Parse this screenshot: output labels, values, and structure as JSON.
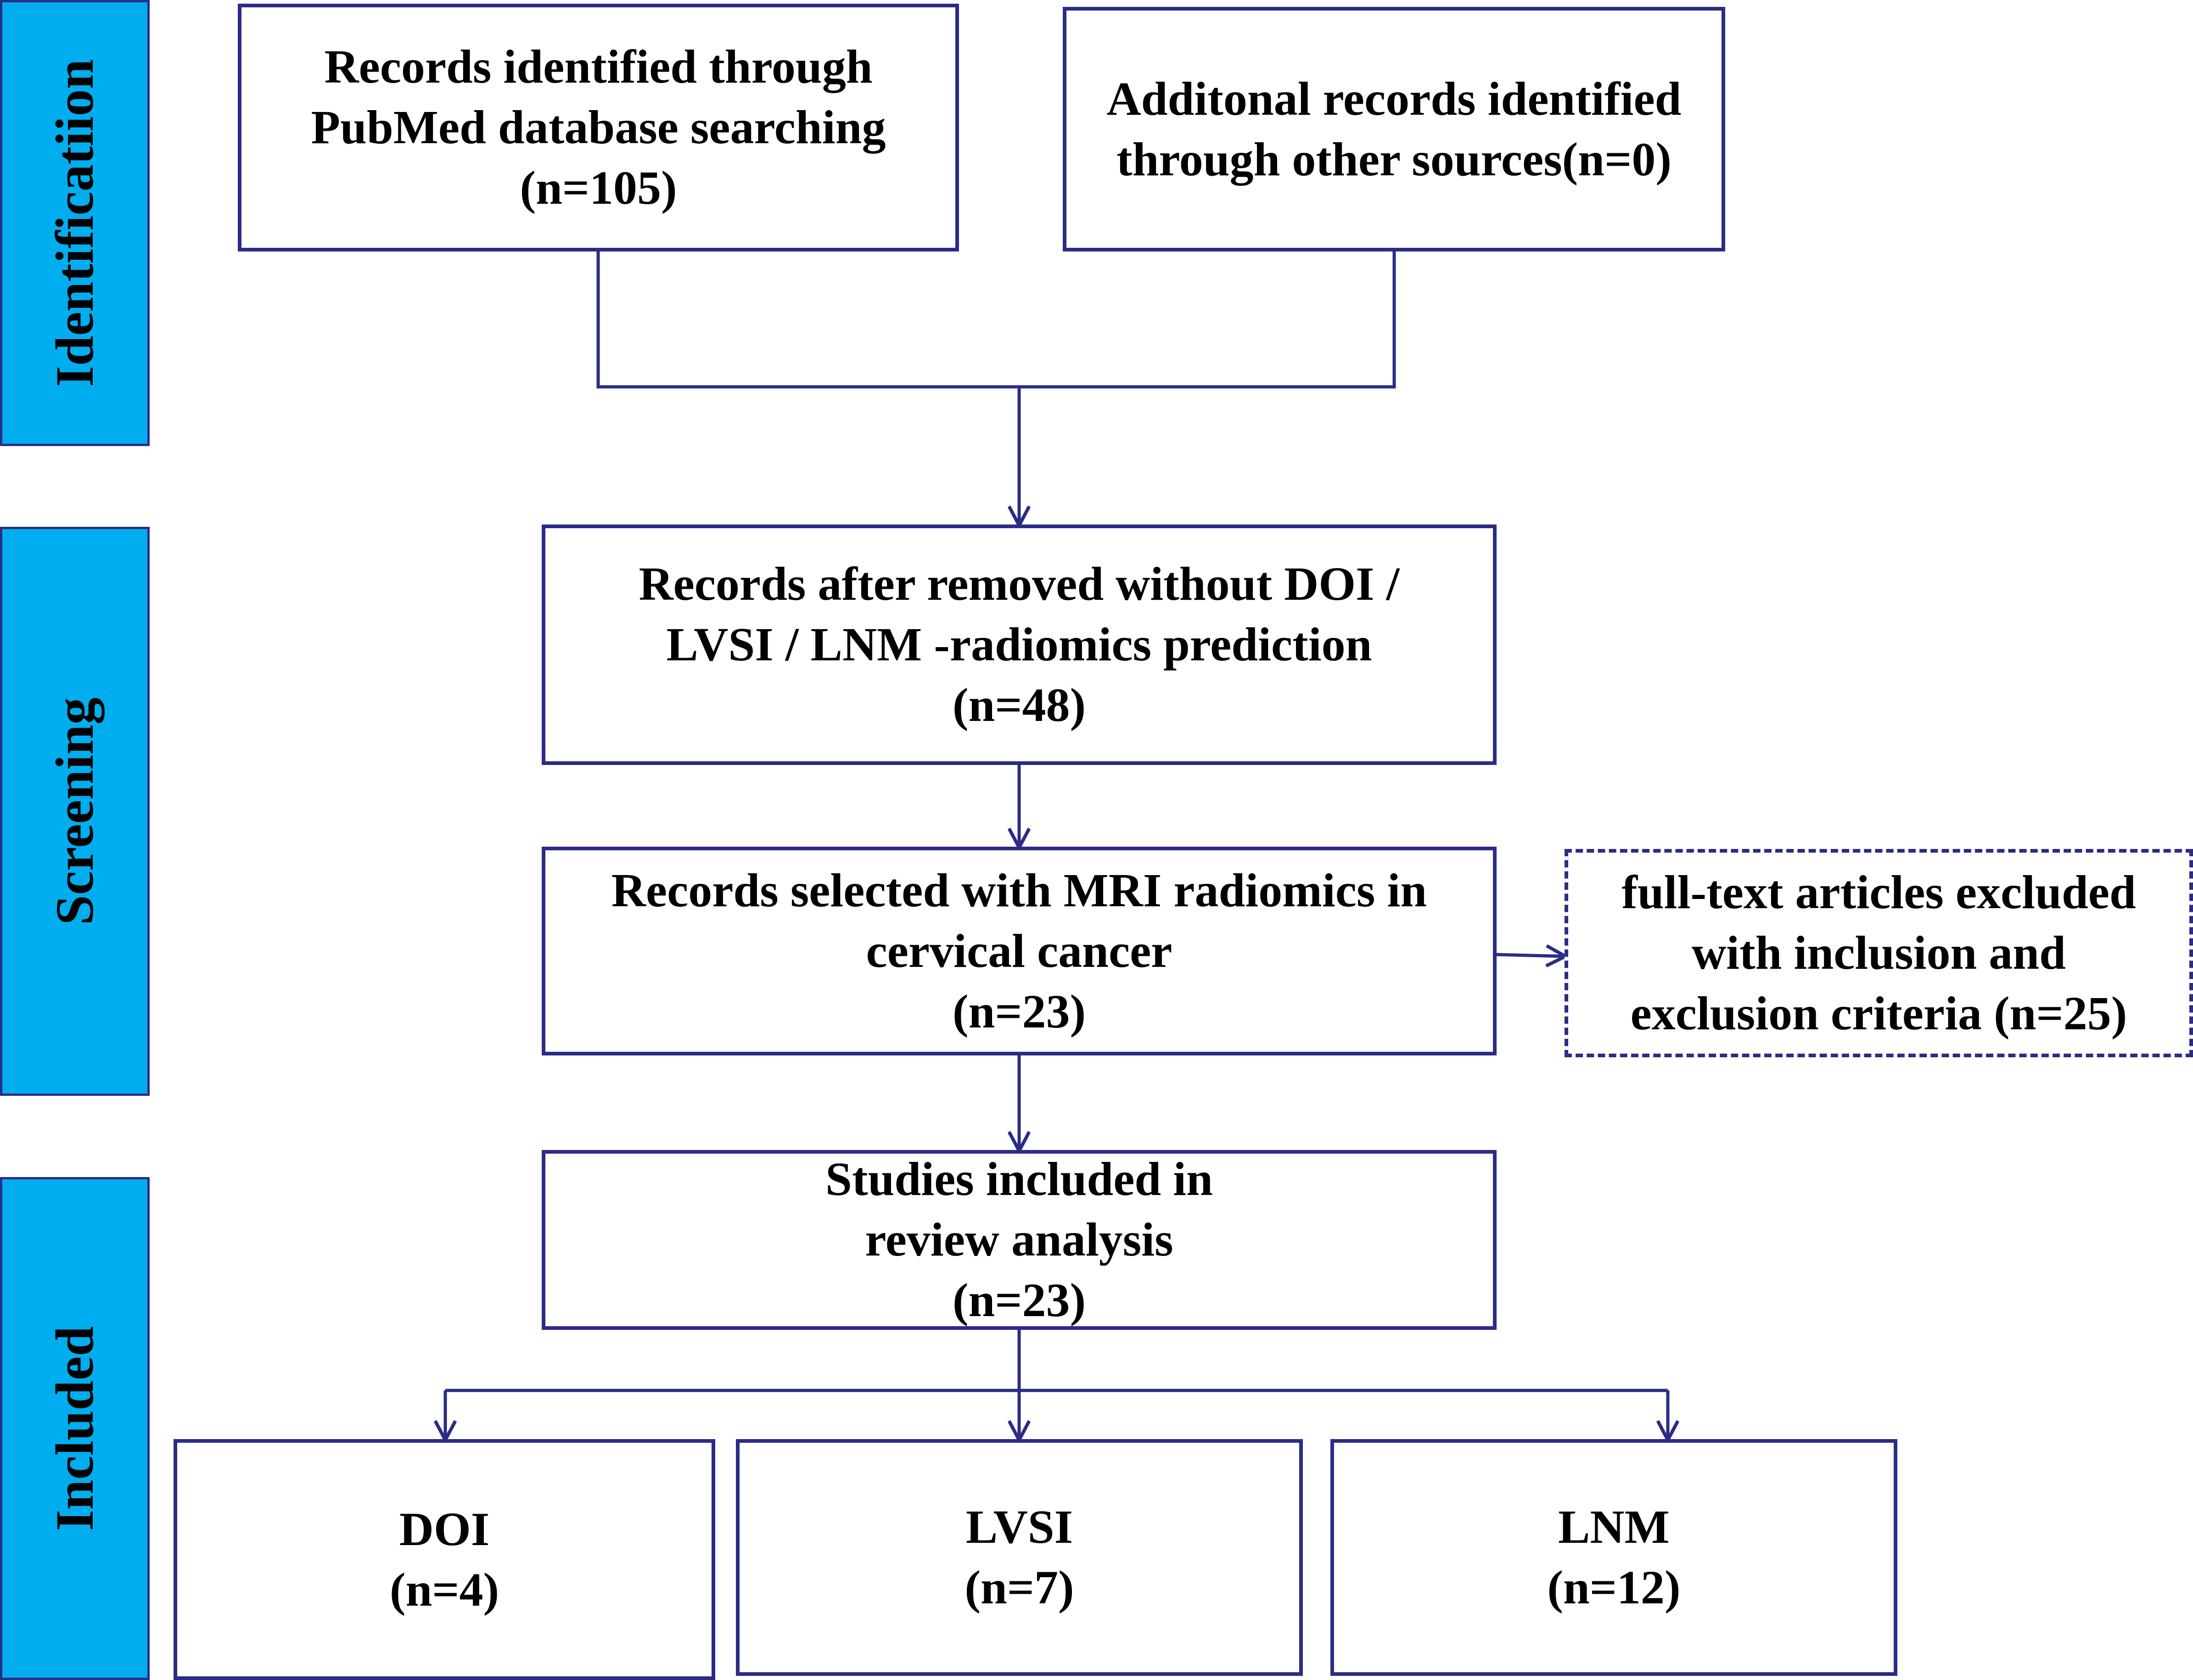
{
  "colors": {
    "stage_fill": "#00aeef",
    "line": "#2b2c85",
    "box_fill": "#ffffff",
    "text": "#000000"
  },
  "stages": {
    "identification": "Identificatiion",
    "screening": "Screening",
    "included": "Included"
  },
  "boxes": {
    "pubmed": [
      "Records identified through",
      "PubMed database searching",
      "(n=105)"
    ],
    "other_sources": [
      "Additonal records identified",
      "through other sources(n=0)"
    ],
    "after_removed": [
      "Records after removed without DOI /",
      "LVSI / LNM -radiomics prediction",
      "(n=48)"
    ],
    "selected_mri": [
      "Records selected with MRI radiomics in",
      "cervical cancer",
      "(n=23)"
    ],
    "excluded": [
      "full-text articles excluded",
      "with inclusion and",
      "exclusion criteria (n=25)"
    ],
    "included_review": [
      "Studies included in",
      "review analysis",
      "(n=23)"
    ],
    "doi": [
      "DOI",
      "(n=4)"
    ],
    "lvsi": [
      "LVSI",
      "(n=7)"
    ],
    "lnm": [
      "LNM",
      "(n=12)"
    ]
  }
}
